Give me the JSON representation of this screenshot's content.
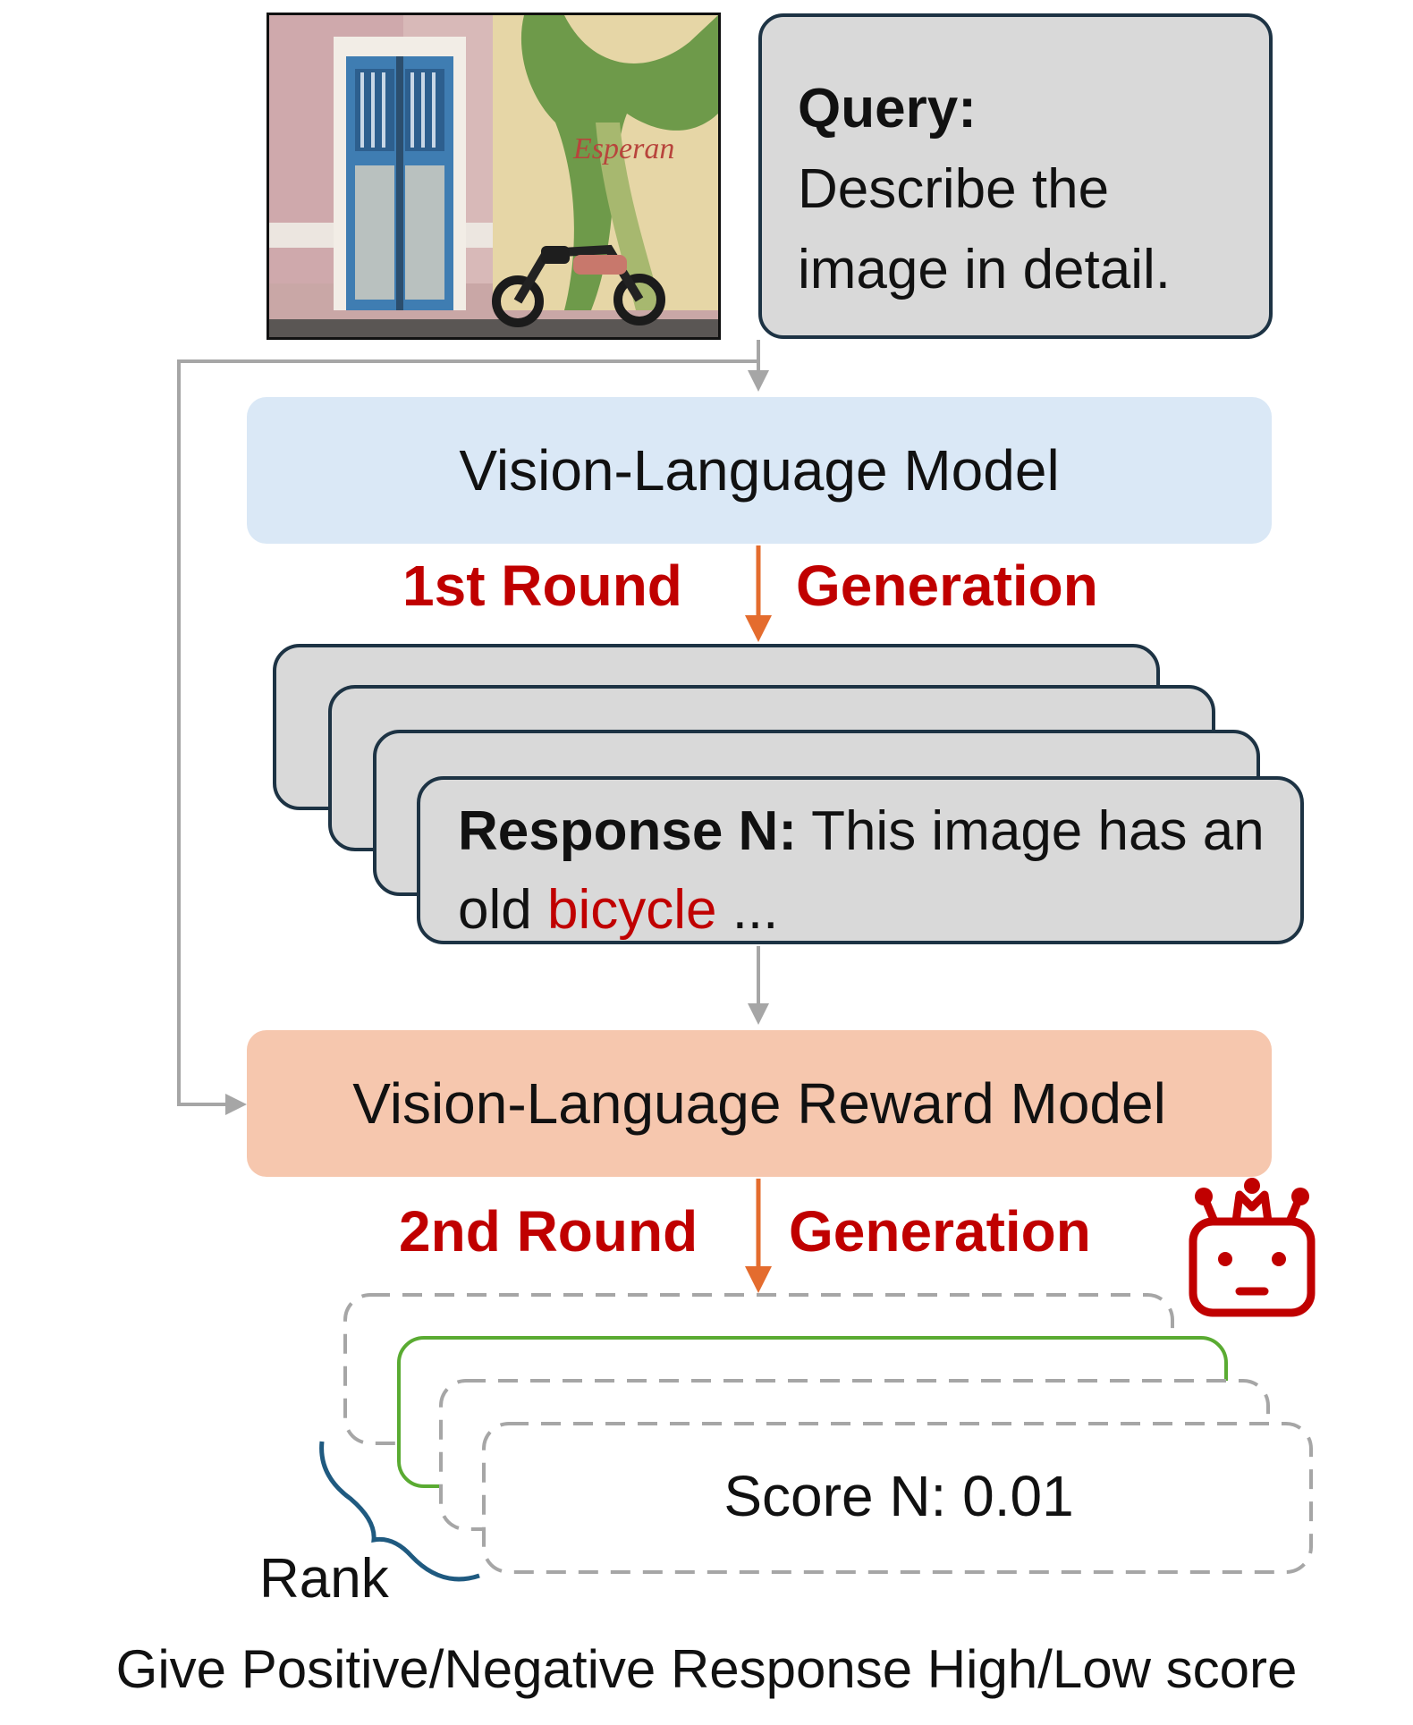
{
  "query": {
    "label": "Query:",
    "text": "Describe the image in detail."
  },
  "vlm": {
    "label": "Vision-Language Model"
  },
  "round1": {
    "left": "1st Round",
    "right": "Generation"
  },
  "response": {
    "label": "Response N:",
    "text_before": " This image has an old ",
    "highlight": "bicycle",
    "text_after": " ..."
  },
  "reward_model": {
    "label": "Vision-Language Reward Model"
  },
  "round2": {
    "left": "2nd Round",
    "right": "Generation"
  },
  "score": {
    "label": "Score N: 0.01"
  },
  "rank": {
    "label": "Rank"
  },
  "caption": "Give Positive/Negative Response High/Low score",
  "colors": {
    "accent_red": "#c00000",
    "arrow_orange": "#e46c2e",
    "arrow_gray": "#a6a6a6",
    "box_border": "#1d3344",
    "best_score_green": "#5aab32",
    "rank_brace_blue": "#1f5a80",
    "vlm_fill": "#dae8f6",
    "reward_fill": "#f6c7ae",
    "card_fill": "#d9d9d9"
  },
  "icons": [
    "reward-robot-icon",
    "rank-brace-icon"
  ]
}
